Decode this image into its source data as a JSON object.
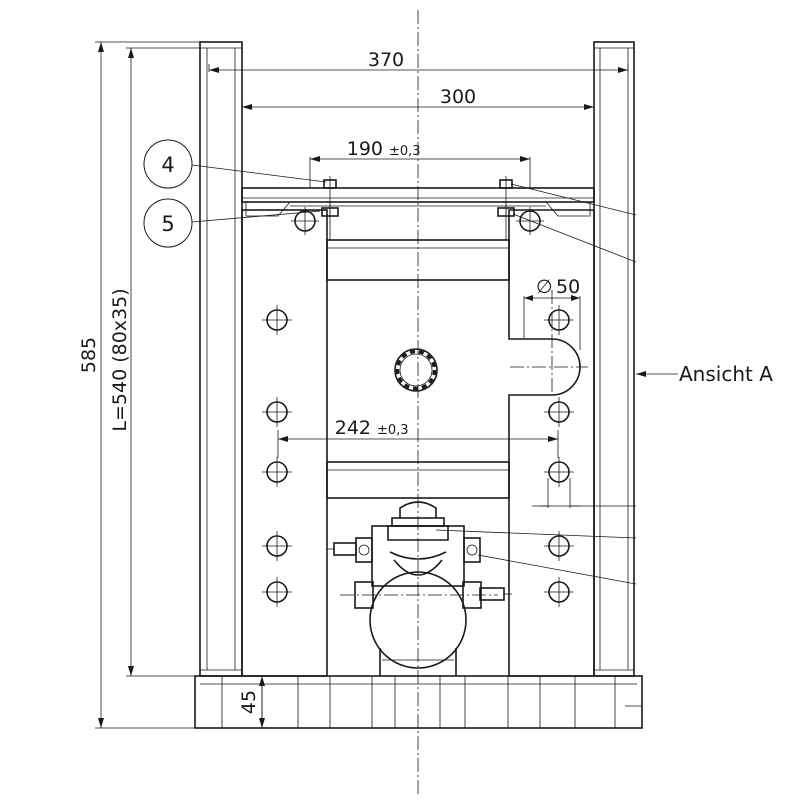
{
  "dimensions": {
    "width_outer": "370",
    "width_inner": "300",
    "bolt_spacing": "190",
    "bolt_spacing_tol": "±0,3",
    "hole_spacing": "242",
    "hole_spacing_tol": "±0,3",
    "diameter_symbol": "∅",
    "diameter_value": "50",
    "total_height": "585",
    "length_spec": "L=540 (80x35)",
    "base_height": "45"
  },
  "callouts": {
    "item_4": "4",
    "item_5": "5"
  },
  "view_label": "Ansicht A",
  "colors": {
    "line": "#1a1a1a",
    "background": "#ffffff"
  }
}
